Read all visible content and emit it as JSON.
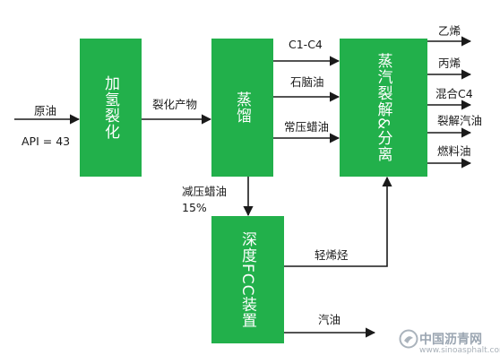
{
  "inputs": {
    "feed_label": "原油",
    "api_label": "API = 43"
  },
  "units": {
    "hydrocracking": "加氢裂化",
    "distillation": "蒸馏",
    "steam_cracking": "蒸汽裂解&分离",
    "deep_fcc": "深度FCC装置"
  },
  "streams": {
    "cracked_products": "裂化产物",
    "c1_c4": "C1-C4",
    "naphtha": "石脑油",
    "atm_gas_oil": "常压蜡油",
    "vacuum_gas_oil": "减压蜡油",
    "vacuum_gas_oil_share": "15%",
    "light_olefins": "轻烯烃",
    "gasoline": "汽油"
  },
  "products": [
    "乙烯",
    "丙烯",
    "混合C4",
    "裂解汽油",
    "燃料油"
  ],
  "watermark": {
    "name": "中国沥青网",
    "url": "www.sinoasphalt.com"
  },
  "colors": {
    "unit_fill": "#22b04b",
    "unit_text": "#ffffff",
    "line": "#1a1a1a"
  }
}
